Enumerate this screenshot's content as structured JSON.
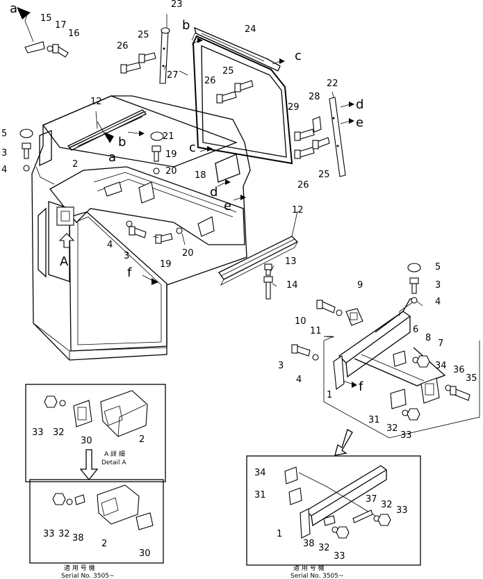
{
  "part_numbers": {
    "n1": "1",
    "n2": "2",
    "n3": "3",
    "n4": "4",
    "n5": "5",
    "n6": "6",
    "n7": "7",
    "n8": "8",
    "n9": "9",
    "n10": "10",
    "n11": "11",
    "n12": "12",
    "n13": "13",
    "n14": "14",
    "n15": "15",
    "n16": "16",
    "n17": "17",
    "n18": "18",
    "n19": "19",
    "n20": "20",
    "n21": "21",
    "n22": "22",
    "n23": "23",
    "n24": "24",
    "n25": "25",
    "n26": "26",
    "n27": "27",
    "n28": "28",
    "n29": "29",
    "n30": "30",
    "n31": "31",
    "n32": "32",
    "n33": "33",
    "n34": "34",
    "n35": "35",
    "n36": "36",
    "n37": "37",
    "n38": "38"
  },
  "reference_letters": {
    "a": "a",
    "b": "b",
    "c": "c",
    "d": "d",
    "e": "e",
    "f": "f",
    "A": "A"
  },
  "detail_a": {
    "caption_jp": "A 詳 細",
    "caption_en": "Detail A"
  },
  "serial_left": {
    "caption_jp": "適 用 号 機",
    "caption_en": "Serial No. 3505~"
  },
  "serial_right": {
    "caption_jp": "適 用 号 機",
    "caption_en": "Serial No. 3505~"
  }
}
